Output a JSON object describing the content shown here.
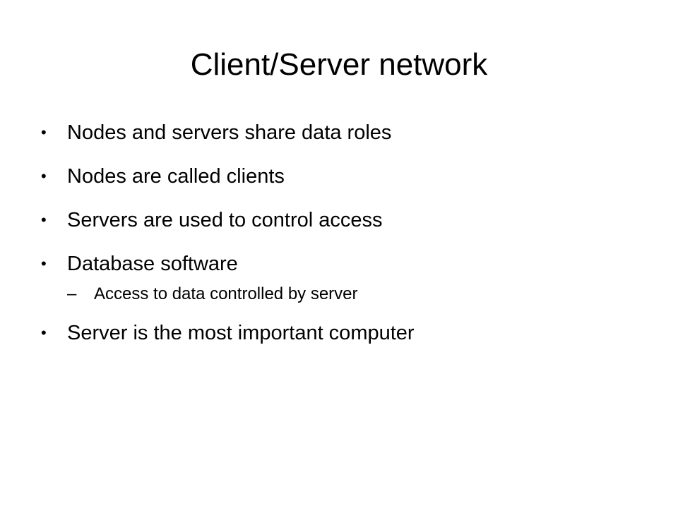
{
  "slide": {
    "title": "Client/Server network",
    "bullet_glyph": "•",
    "dash_glyph": "–",
    "items": [
      {
        "text": "Nodes and servers share data roles"
      },
      {
        "text": "Nodes are called clients"
      },
      {
        "text": "Servers are used to control access"
      },
      {
        "text": "Database software",
        "subitems": [
          {
            "text": "Access to data controlled by server"
          }
        ]
      },
      {
        "text": "Server is the most important computer"
      }
    ]
  }
}
